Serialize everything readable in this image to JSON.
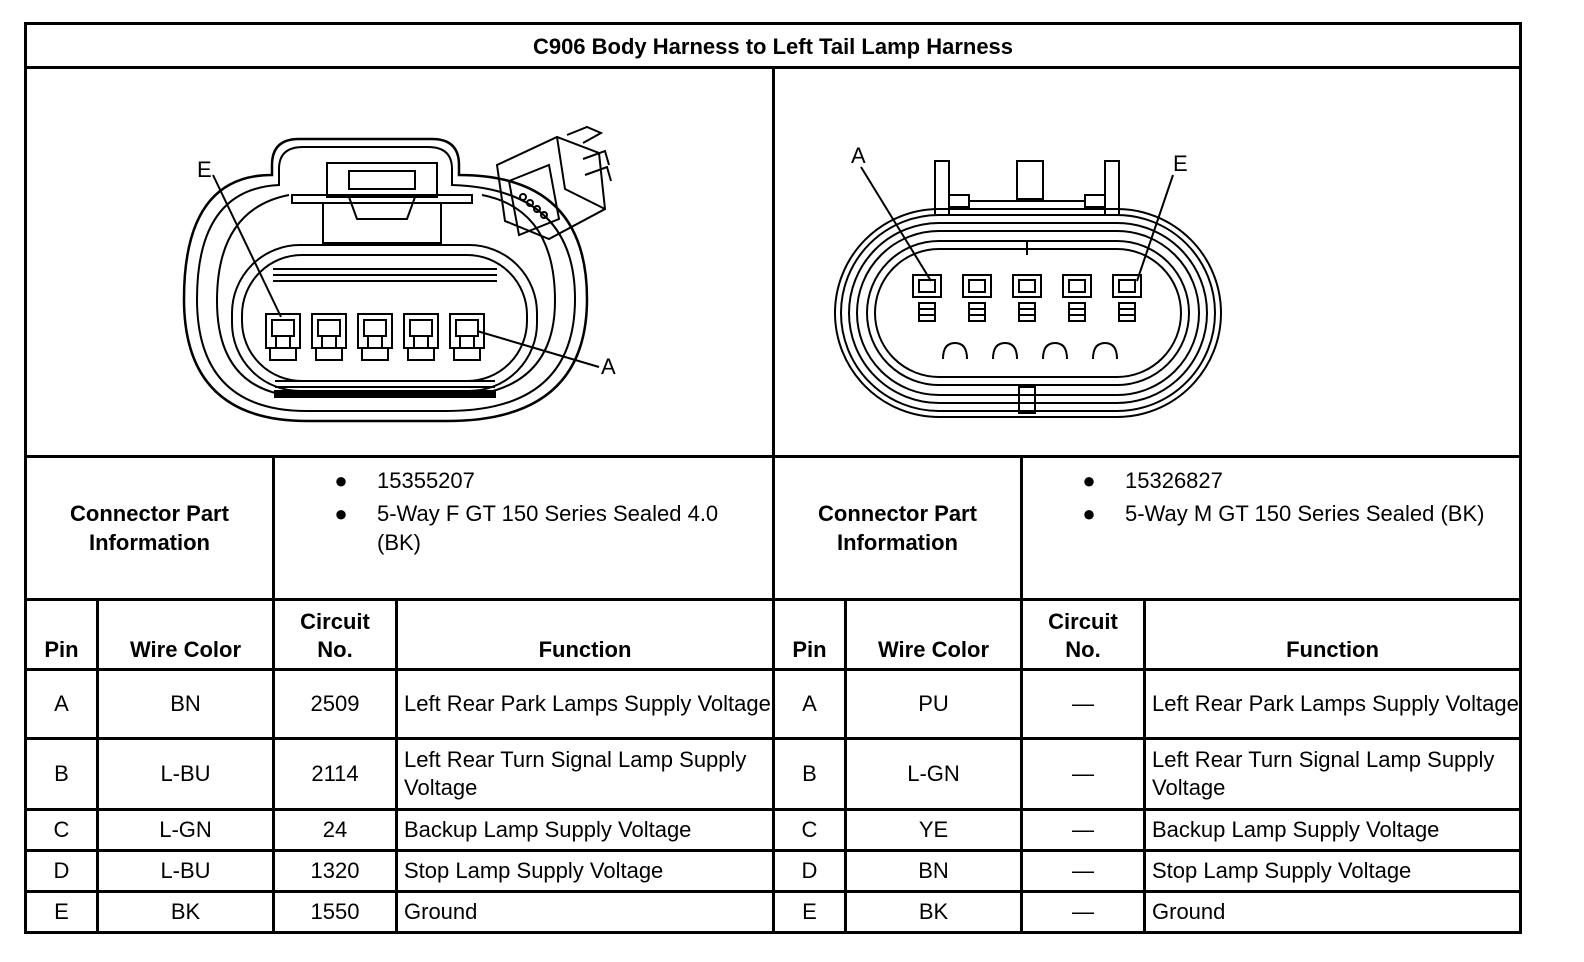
{
  "title": "C906 Body Harness to Left Tail Lamp Harness",
  "left": {
    "connector_label": "Connector Part Information",
    "part_info": [
      "15355207",
      "5-Way F GT 150 Series Sealed 4.0 (BK)"
    ],
    "pin_labels": {
      "first": "E",
      "last": "A"
    }
  },
  "right": {
    "connector_label": "Connector Part Information",
    "part_info": [
      "15326827",
      "5-Way M GT 150 Series Sealed (BK)"
    ],
    "pin_labels": {
      "first": "A",
      "last": "E"
    }
  },
  "headers": {
    "pin": "Pin",
    "wire_color": "Wire Color",
    "circuit": "Circuit No.",
    "function": "Function"
  },
  "left_rows": [
    {
      "pin": "A",
      "color": "BN",
      "circuit": "2509",
      "function": "Left Rear Park Lamps Supply Voltage"
    },
    {
      "pin": "B",
      "color": "L-BU",
      "circuit": "2114",
      "function": "Left Rear Turn Signal Lamp Supply Voltage"
    },
    {
      "pin": "C",
      "color": "L-GN",
      "circuit": "24",
      "function": "Backup Lamp Supply Voltage"
    },
    {
      "pin": "D",
      "color": "L-BU",
      "circuit": "1320",
      "function": "Stop Lamp Supply Voltage"
    },
    {
      "pin": "E",
      "color": "BK",
      "circuit": "1550",
      "function": "Ground"
    }
  ],
  "right_rows": [
    {
      "pin": "A",
      "color": "PU",
      "circuit": "—",
      "function": "Left Rear Park Lamps Supply Voltage"
    },
    {
      "pin": "B",
      "color": "L-GN",
      "circuit": "—",
      "function": "Left Rear Turn Signal Lamp Supply Voltage"
    },
    {
      "pin": "C",
      "color": "YE",
      "circuit": "—",
      "function": "Backup Lamp Supply Voltage"
    },
    {
      "pin": "D",
      "color": "BN",
      "circuit": "—",
      "function": "Stop Lamp Supply Voltage"
    },
    {
      "pin": "E",
      "color": "BK",
      "circuit": "—",
      "function": "Ground"
    }
  ]
}
